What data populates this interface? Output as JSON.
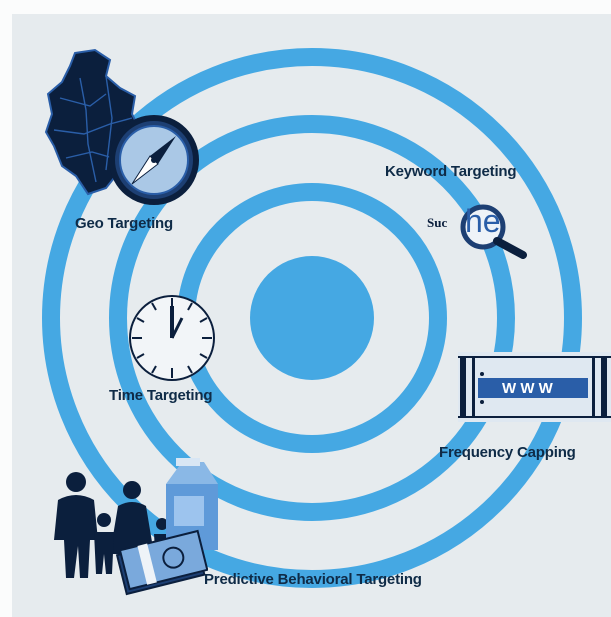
{
  "diagram": {
    "center": "",
    "labels": {
      "geo": "Geo Targeting",
      "keyword": "Keyword Targeting",
      "time": "Time Targeting",
      "frequency": "Frequency Capping",
      "behavioral": "Predictive Behavioral Targeting"
    },
    "search_word_prefix": "Suc",
    "search_word_magnified": "he",
    "url_text": "W W W"
  },
  "colors": {
    "background": "#e6ebee",
    "ring": "#45a8e3",
    "label": "#0f2b47",
    "icon_dark": "#0b1f3d",
    "icon_mid": "#2a5ea8"
  },
  "icons": [
    "map-icon",
    "compass-icon",
    "magnifier-icon",
    "clock-icon",
    "film-strip-icon",
    "family-silhouette-icon",
    "milk-carton-icon",
    "money-stack-icon"
  ]
}
